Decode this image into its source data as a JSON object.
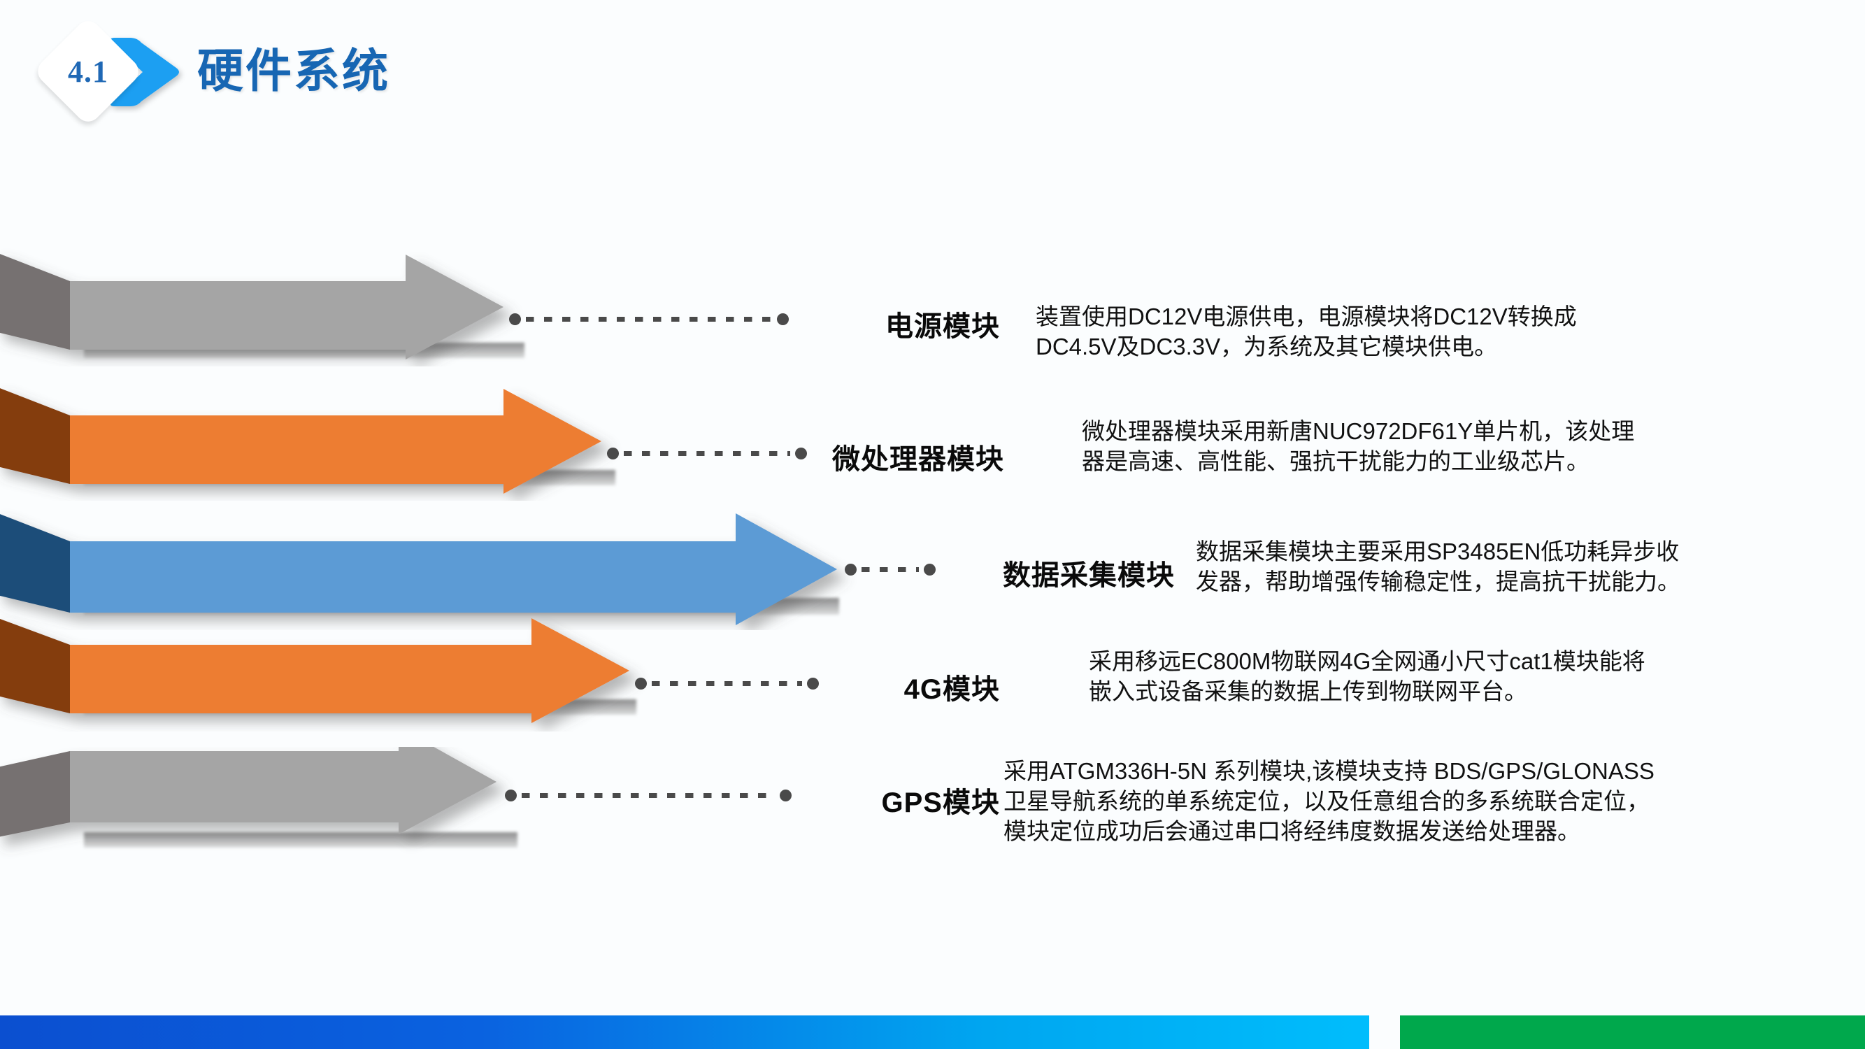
{
  "slide": {
    "section_number": "4.1",
    "title": "硬件系统"
  },
  "modules": [
    {
      "label": "电源模块",
      "description": "装置使用DC12V电源供电，电源模块将DC12V转换成\nDC4.5V及DC3.3V，为系统及其它模块供电。",
      "arrow_color": "#A5A5A5",
      "arrow_tail_color": "#767171",
      "icon": "right-arrow-icon"
    },
    {
      "label": "微处理器模块",
      "description": "微处理器模块采用新唐NUC972DF61Y单片机，该处理\n器是高速、高性能、强抗干扰能力的工业级芯片。",
      "arrow_color": "#ED7D31",
      "arrow_tail_color": "#843C0C",
      "icon": "right-arrow-icon"
    },
    {
      "label": "数据采集模块",
      "description": "数据采集模块主要采用SP3485EN低功耗异步收\n发器，帮助增强传输稳定性，提高抗干扰能力。",
      "arrow_color": "#5B9BD5",
      "arrow_tail_color": "#1F4E79",
      "icon": "right-arrow-icon"
    },
    {
      "label": "4G模块",
      "description": "采用移远EC800M物联网4G全网通小尺寸cat1模块能将\n嵌入式设备采集的数据上传到物联网平台。",
      "arrow_color": "#ED7D31",
      "arrow_tail_color": "#843C0C",
      "icon": "right-arrow-icon"
    },
    {
      "label": "GPS模块",
      "description": "采用ATGM336H-5N 系列模块,该模块支持 BDS/GPS/GLONASS\n卫星导航系统的单系统定位，以及任意组合的多系统联合定位，\n模块定位成功后会通过串口将经纬度数据发送给处理器。",
      "arrow_color": "#A5A5A5",
      "arrow_tail_color": "#767171",
      "icon": "right-arrow-icon"
    }
  ],
  "footer": {
    "blue_bar_color": "#00a6f0",
    "green_bar_color": "#00a84c"
  }
}
